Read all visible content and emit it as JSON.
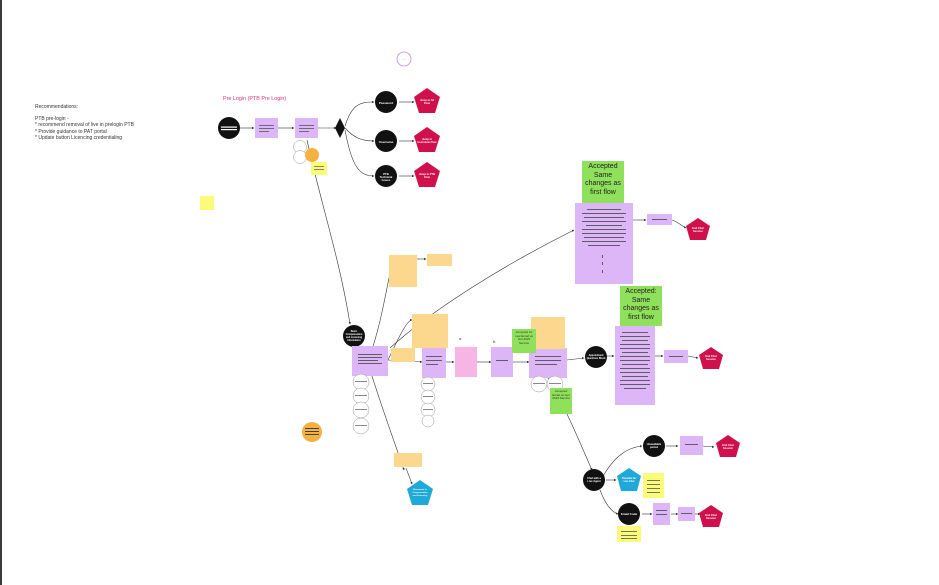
{
  "recommendations": {
    "heading": "Recommendations:",
    "subheading": "PTB pre-login -",
    "items": [
      "* recommend removal of live in prelogin PTB",
      "* Provide guidance to PAT portal",
      "* Update button Licencing credentialing"
    ]
  },
  "flow_title": "Pre Login (PTB Pre Login)",
  "accepted_1": "Accepted Same changes as first flow",
  "accepted_2": "Accepted: Same changes as first flow",
  "green_note_1": "Accepted Email us Get 2023 Service",
  "green_note_2": "Accepted for new Email us Get 2023 Service",
  "branch_nodes": {
    "password": "Password",
    "username": "Username",
    "ptb_tech": "PTB Technical Issues"
  },
  "jump_nodes": {
    "jump_all": "Jump to All Flow",
    "jump_username": "Jump to Username Flow",
    "jump_ptb": "Jump to PTB Flow"
  },
  "mid_nodes": {
    "basic": "Basic Compensation and Licensing Information",
    "appointment": "Appointment Questions Block",
    "chat": "Chat with a Live Agent",
    "unavailable": "Unavailable period",
    "email_code": "Email Code"
  },
  "end_nodes": {
    "end_chat_1": "End Chat Session",
    "end_chat_2": "End Chat Session",
    "end_chat_3": "End Chat Session",
    "end_chat_4": "End Chat Session"
  },
  "blue_nodes": {
    "translate": "Translate for Live Chat",
    "bottom": "Reconnect to Compensation and Licensing"
  },
  "labels": {
    "a": "a.",
    "b": "b."
  },
  "colors": {
    "black_node": "#111111",
    "end_node": "#d0104c",
    "purple": "#dcb6f7",
    "pink": "#f7b5e6",
    "green": "#8fe05a",
    "sticky": "#fbd88e",
    "yellow": "#fbfb7a",
    "blue": "#1ea9d9"
  }
}
